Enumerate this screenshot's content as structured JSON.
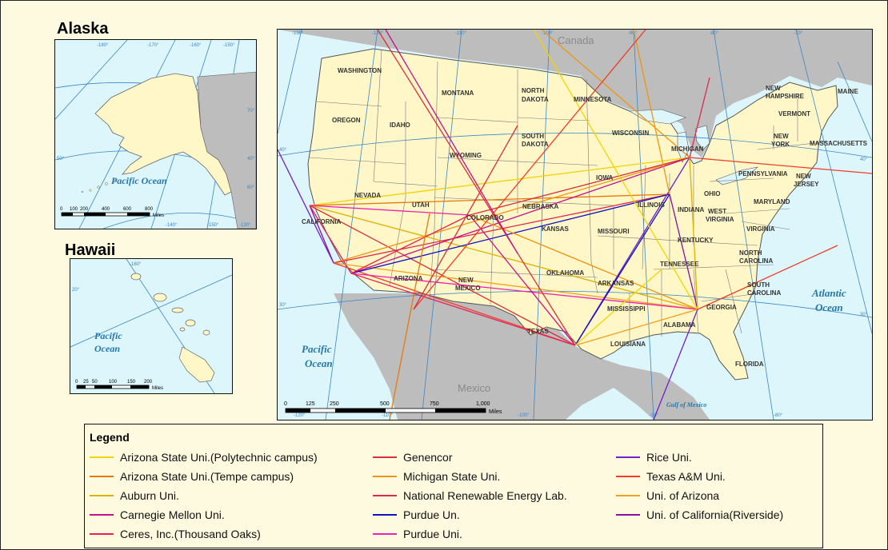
{
  "insets": {
    "alaska": {
      "title": "Alaska",
      "ocean": "Pacific Ocean",
      "scale_labels": [
        "0",
        "100",
        "200",
        "400",
        "600",
        "800"
      ],
      "scale_unit": "Miles",
      "graticule": [
        "-180°",
        "-170°",
        "-160°",
        "-150°",
        "-150°",
        "-140°",
        "-130°",
        "70°",
        "60°",
        "50°",
        "40°"
      ]
    },
    "hawaii": {
      "title": "Hawaii",
      "ocean_line1": "Pacific",
      "ocean_line2": "Ocean",
      "scale_labels": [
        "0",
        "25",
        "50",
        "100",
        "150",
        "200"
      ],
      "scale_unit": "Miles",
      "graticule": [
        "-160°",
        "20°"
      ]
    }
  },
  "main_map": {
    "labels": {
      "canada": "Canada",
      "mexico": "Mexico",
      "pacific_line1": "Pacific",
      "pacific_line2": "Ocean",
      "atlantic_line1": "Atlantic",
      "atlantic_line2": "Ocean",
      "gulf": "Gulf of Mexico"
    },
    "states": [
      {
        "id": "washington",
        "name": "WASHINGTON"
      },
      {
        "id": "oregon",
        "name": "OREGON"
      },
      {
        "id": "idaho",
        "name": "IDAHO"
      },
      {
        "id": "montana",
        "name": "MONTANA"
      },
      {
        "id": "north-dakota-1",
        "name": "NORTH"
      },
      {
        "id": "north-dakota-2",
        "name": "DAKOTA"
      },
      {
        "id": "minnesota",
        "name": "MINNESOTA"
      },
      {
        "id": "south-dakota-1",
        "name": "SOUTH"
      },
      {
        "id": "south-dakota-2",
        "name": "DAKOTA"
      },
      {
        "id": "wyoming",
        "name": "WYOMING"
      },
      {
        "id": "wisconsin",
        "name": "WISCONSIN"
      },
      {
        "id": "michigan",
        "name": "MICHIGAN"
      },
      {
        "id": "nevada",
        "name": "NEVADA"
      },
      {
        "id": "utah",
        "name": "UTAH"
      },
      {
        "id": "colorado",
        "name": "COLORADO"
      },
      {
        "id": "nebraska",
        "name": "NEBRASKA"
      },
      {
        "id": "iowa",
        "name": "IOWA"
      },
      {
        "id": "illinois",
        "name": "ILLINOIS"
      },
      {
        "id": "indiana",
        "name": "INDIANA"
      },
      {
        "id": "ohio",
        "name": "OHIO"
      },
      {
        "id": "pennsylvania",
        "name": "PENNSYLVANIA"
      },
      {
        "id": "new-york-1",
        "name": "NEW"
      },
      {
        "id": "new-york-2",
        "name": "YORK"
      },
      {
        "id": "new-hampshire-1",
        "name": "NEW"
      },
      {
        "id": "new-hampshire-2",
        "name": "HAMPSHIRE"
      },
      {
        "id": "vermont",
        "name": "VERMONT"
      },
      {
        "id": "maine",
        "name": "MAINE"
      },
      {
        "id": "massachusetts",
        "name": "MASSACHUSETTS"
      },
      {
        "id": "new-jersey-1",
        "name": "NEW"
      },
      {
        "id": "new-jersey-2",
        "name": "JERSEY"
      },
      {
        "id": "maryland",
        "name": "MARYLAND"
      },
      {
        "id": "west-virginia-1",
        "name": "WEST"
      },
      {
        "id": "west-virginia-2",
        "name": "VIRGINIA"
      },
      {
        "id": "virginia",
        "name": "VIRGINIA"
      },
      {
        "id": "kentucky",
        "name": "KENTUCKY"
      },
      {
        "id": "california",
        "name": "CALIFORNIA"
      },
      {
        "id": "kansas",
        "name": "KANSAS"
      },
      {
        "id": "missouri",
        "name": "MISSOURI"
      },
      {
        "id": "tennessee",
        "name": "TENNESSEE"
      },
      {
        "id": "north-carolina-1",
        "name": "NORTH"
      },
      {
        "id": "north-carolina-2",
        "name": "CAROLINA"
      },
      {
        "id": "arizona",
        "name": "ARIZONA"
      },
      {
        "id": "new-mexico-1",
        "name": "NEW"
      },
      {
        "id": "new-mexico-2",
        "name": "MEXICO"
      },
      {
        "id": "oklahoma",
        "name": "OKLAHOMA"
      },
      {
        "id": "arkansas",
        "name": "ARKANSAS"
      },
      {
        "id": "south-carolina-1",
        "name": "SOUTH"
      },
      {
        "id": "south-carolina-2",
        "name": "CAROLINA"
      },
      {
        "id": "mississippi",
        "name": "MISSISSIPPI"
      },
      {
        "id": "alabama",
        "name": "ALABAMA"
      },
      {
        "id": "georgia",
        "name": "GEORGIA"
      },
      {
        "id": "texas",
        "name": "TEXAS"
      },
      {
        "id": "louisiana",
        "name": "LOUISIANA"
      },
      {
        "id": "florida",
        "name": "FLORIDA"
      }
    ],
    "graticule_labels": [
      "-130°",
      "-120°",
      "-110°",
      "-100°",
      "-90°",
      "-80°",
      "-70°",
      "-120°",
      "-110°",
      "-100°",
      "-90°",
      "-80°",
      "40°",
      "30°",
      "40°",
      "30°"
    ],
    "scale_bar": {
      "labels": [
        "0",
        "125",
        "250",
        "500",
        "750",
        "1,000"
      ],
      "unit": "Miles"
    }
  },
  "legend": {
    "title": "Legend",
    "items": [
      {
        "label": "Arizona State Uni.(Polytechnic campus)",
        "color": "#f2d400"
      },
      {
        "label": "Arizona State Uni.(Tempe campus)",
        "color": "#e8780a"
      },
      {
        "label": "Auburn Uni.",
        "color": "#e0b000"
      },
      {
        "label": "Carnegie Mellon Uni.",
        "color": "#c4108c"
      },
      {
        "label": "Ceres, Inc.(Thousand Oaks)",
        "color": "#e8205a"
      },
      {
        "label": "Genencor",
        "color": "#d8303a"
      },
      {
        "label": "Michigan State Uni.",
        "color": "#f09410"
      },
      {
        "label": "National Renewable Energy Lab.",
        "color": "#e0284a"
      },
      {
        "label": "Purdue Un.",
        "color": "#1010c0"
      },
      {
        "label": "Purdue Uni.",
        "color": "#ee20b0"
      },
      {
        "label": "Rice Uni.",
        "color": "#7020c8"
      },
      {
        "label": "Texas A&M Uni.",
        "color": "#f03c28"
      },
      {
        "label": "Uni. of Arizona",
        "color": "#f0a020"
      },
      {
        "label": "Uni. of California(Riverside)",
        "color": "#8a10a0"
      }
    ]
  }
}
